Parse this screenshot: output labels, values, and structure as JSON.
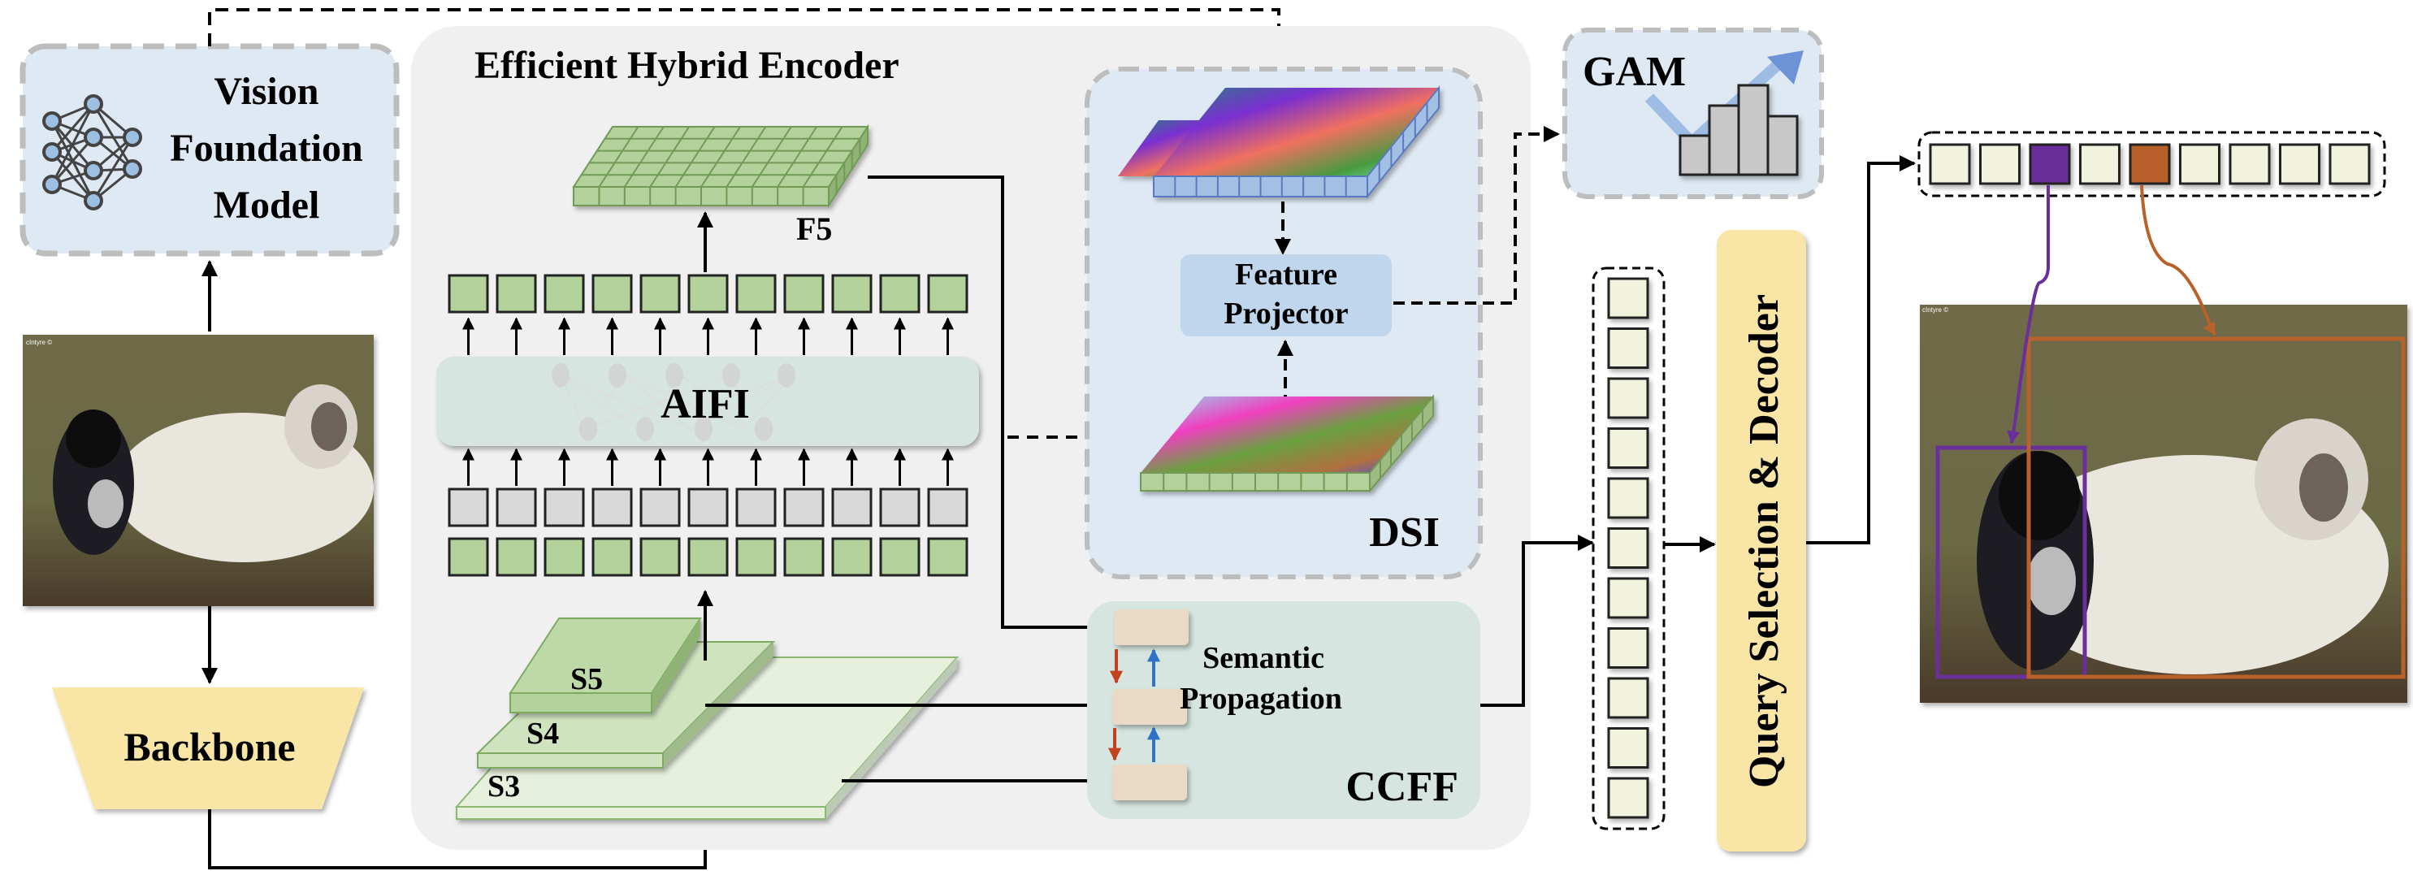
{
  "title": "Architecture diagram",
  "labels": {
    "vfm_line1": "Vision",
    "vfm_line2": "Foundation",
    "vfm_line3": "Model",
    "backbone": "Backbone",
    "encoder": "Efficient Hybrid Encoder",
    "f5": "F5",
    "aifi": "AIFI",
    "s5": "S5",
    "s4": "S4",
    "s3": "S3",
    "feature_proj_1": "Feature",
    "feature_proj_2": "Projector",
    "dsi": "DSI",
    "gam": "GAM",
    "semantic_1": "Semantic",
    "semantic_2": "Propagation",
    "ccff": "CCFF",
    "decoder": "Query Selection & Decoder",
    "watermark": "cIntyre ©"
  },
  "colors": {
    "green_token": "#b3d19a",
    "gray_token": "#d9d9d9",
    "query_token": "#f2f3dd",
    "purple": "#6b2f9b",
    "orange": "#b8612a",
    "encoder_bg": "#f0f0f0",
    "dsi_bg": "#dfe9f4",
    "ccff_bg": "#d6e5df",
    "decoder_bg": "#f9e5a6",
    "down_arrow": "#c2421f",
    "up_arrow": "#2f73c5"
  },
  "tokens": {
    "aifi_count": 11,
    "query_column_count": 11,
    "output_query_count": 9,
    "highlighted": [
      {
        "index": 2,
        "color": "purple",
        "target": "lamb"
      },
      {
        "index": 4,
        "color": "orange",
        "target": "sheep"
      }
    ]
  }
}
